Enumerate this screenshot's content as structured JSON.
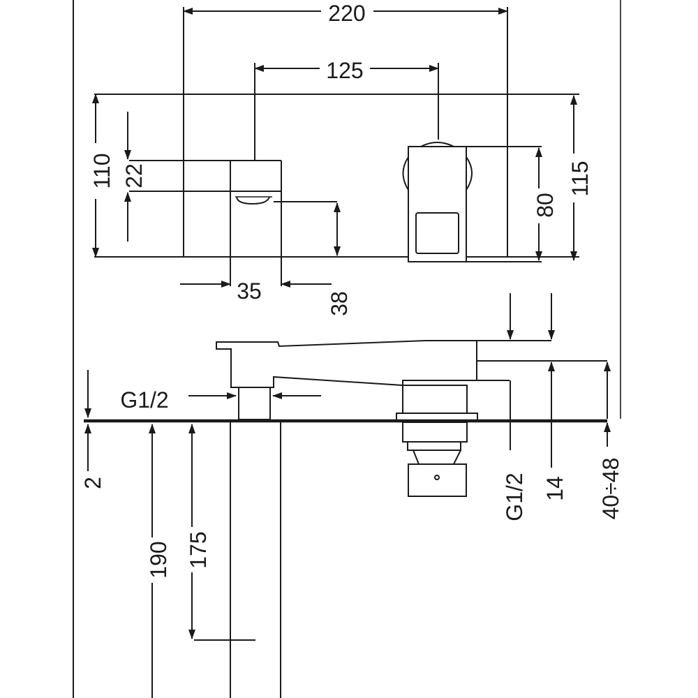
{
  "dimensions": {
    "top_width_overall": "220",
    "top_width_spout": "125",
    "top_height_left": "110",
    "top_spout_thickness": "22",
    "top_height_right": "115",
    "top_body_height": "80",
    "top_spout_depth": "35",
    "top_aerator_offset": "38",
    "side_inlet_left": "G1/2",
    "side_inlet_right": "G1/2",
    "side_plate_thickness": "2",
    "side_tail_long": "190",
    "side_tail_short": "175",
    "side_lever_height": "14",
    "side_deck_range": "40÷48"
  }
}
